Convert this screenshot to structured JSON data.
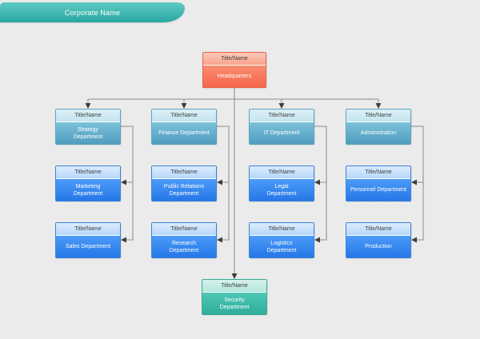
{
  "banner": {
    "title": "Corporate Name"
  },
  "box_title_label": "Title/Name",
  "org": {
    "root": {
      "name": "Headquarters"
    },
    "columns": [
      {
        "head": "Strategy\nDepartment",
        "children": [
          "Marketing\nDepartment",
          "Sales Department"
        ]
      },
      {
        "head": "Finance Department",
        "children": [
          "Public Relations\nDepartment",
          "Research\nDepartment"
        ]
      },
      {
        "head": "IT Department",
        "children": [
          "Legal\nDepartment",
          "Logistics\nDepartment"
        ]
      },
      {
        "head": "Administration",
        "children": [
          "Personnel Department",
          "Production"
        ]
      }
    ],
    "bottom": {
      "name": "Security\nDepartment"
    }
  },
  "palette": {
    "background": "#ebebeb",
    "line": "#8a8a8a",
    "arrow": "#3f3f3f",
    "banner_top": "#5ecac4",
    "banner_bottom": "#28a7a1",
    "banner_text": "#ffffff",
    "title_text": "#3f3f3f",
    "body_text": "#ffffff",
    "hq_border": "#e2614c",
    "hq_head_top": "#fcc9ba",
    "hq_head_bottom": "#f9a28b",
    "hq_body_top": "#f98d72",
    "hq_body_bottom": "#f7664a",
    "l2_border": "#5ba4c0",
    "l2_head_top": "#dcf0f6",
    "l2_head_bottom": "#c4e5ef",
    "l2_body_top": "#7dc1da",
    "l2_body_bottom": "#4f9dbf",
    "l3_border": "#3c84da",
    "l3_head_top": "#dcecfd",
    "l3_head_bottom": "#b4d7fa",
    "l3_body_top": "#4b9bf7",
    "l3_body_bottom": "#2677e8",
    "sec_border": "#3aaa96",
    "sec_head_top": "#d5f1ec",
    "sec_head_bottom": "#b3e6dd",
    "sec_body_top": "#4ec8b5",
    "sec_body_bottom": "#2fae9b"
  }
}
